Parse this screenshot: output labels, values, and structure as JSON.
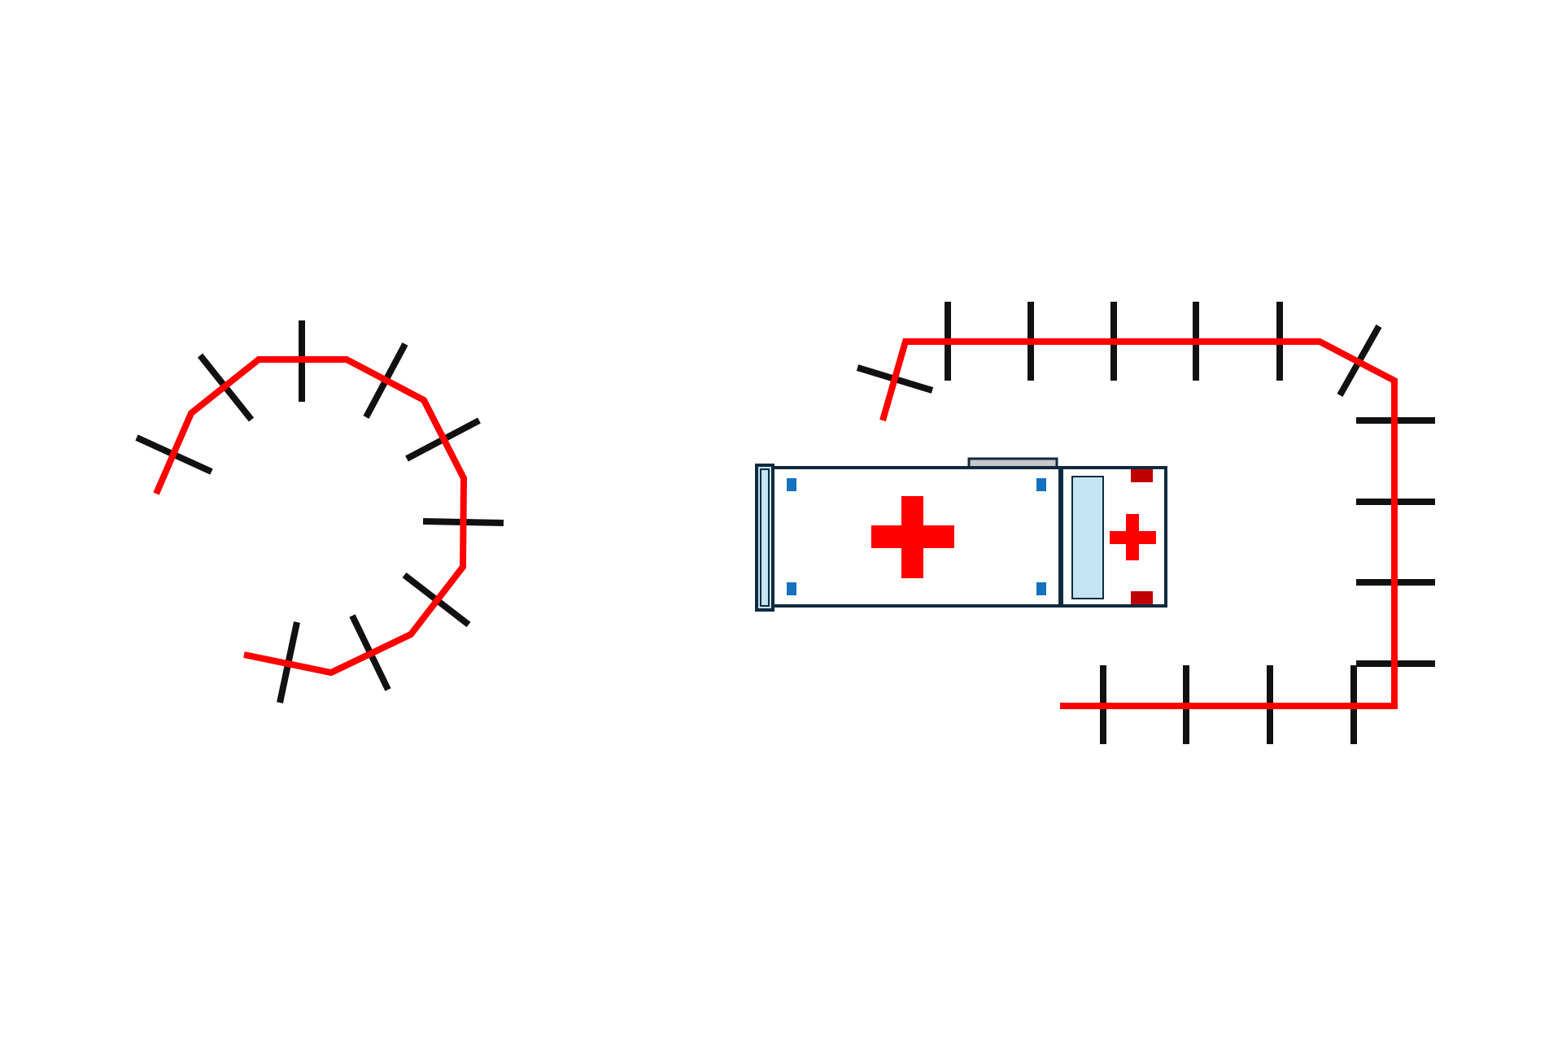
{
  "colors": {
    "background": "#ffffff",
    "barrier_line": "#ff0000",
    "stake": "#111111",
    "vehicle_outline": "#0f2a3f",
    "vehicle_body": "#ffffff",
    "window_glass": "#c4e4f4",
    "cross": "#ff0000",
    "marker_lights": "#1672c0",
    "tail_lights": "#c00000",
    "roof_rack": "#c8c8c8"
  },
  "figures": [
    {
      "name": "curved-barrier",
      "description_icon": "barrier-tape-icon",
      "stake_count": 9
    },
    {
      "name": "ambulance",
      "description_icon": "ambulance-icon"
    },
    {
      "name": "enclosure-barrier",
      "description_icon": "barrier-tape-icon",
      "stake_count": 15
    }
  ]
}
